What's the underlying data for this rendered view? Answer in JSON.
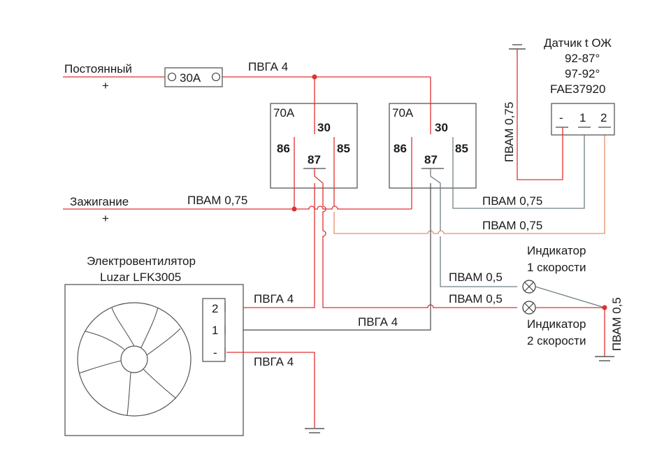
{
  "labels": {
    "constant": "Постоянный",
    "constant_plus": "+",
    "fuse": "30A",
    "wire_fuse_out": "ПВГА 4",
    "ignition": "Зажигание",
    "ignition_plus": "+",
    "wire_ignition": "ПВАМ 0,75",
    "fan_title_1": "Электровентилятор",
    "fan_title_2": "Luzar LFK3005",
    "wire_fan_2": "ПВГА 4",
    "wire_fan_1": "ПВГА 4",
    "wire_fan_minus": "ПВГА 4",
    "fan_pin_2": "2",
    "fan_pin_1": "1",
    "fan_pin_minus": "-",
    "sensor_title": "Датчик t ОЖ",
    "sensor_range_1": "92-87°",
    "sensor_range_2": "97-92°",
    "sensor_part": "FAE37920",
    "sensor_pin_minus": "-",
    "sensor_pin_1": "1",
    "sensor_pin_2": "2",
    "wire_sensor_ground": "ПВАМ 0,75",
    "wire_sensor_1": "ПВАМ 0,75",
    "wire_sensor_2": "ПВАМ 0,75",
    "wire_ind_1": "ПВАМ 0,5",
    "wire_ind_2": "ПВАМ 0,5",
    "wire_ind_ground": "ПВАМ 0,5",
    "indicator_1_a": "Индикатор",
    "indicator_1_b": "1 скорости",
    "indicator_2_a": "Индикатор",
    "indicator_2_b": "2 скорости"
  },
  "relays": [
    {
      "rating": "70A",
      "pin30": "30",
      "pin86": "86",
      "pin85": "85",
      "pin87": "87"
    },
    {
      "rating": "70A",
      "pin30": "30",
      "pin86": "86",
      "pin85": "85",
      "pin87": "87"
    }
  ],
  "colors": {
    "power_wire": "#e03030",
    "signal_wire": "#6f7f86",
    "sensor_wire": "#e8906a",
    "outline": "#4a4a4a"
  }
}
